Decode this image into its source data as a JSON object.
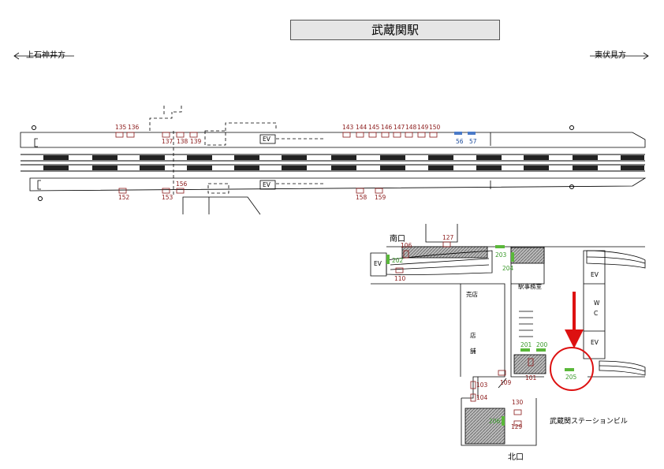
{
  "title": "武蔵関駅",
  "directions": {
    "left": "上石神井方",
    "right": "東伏見方"
  },
  "labels": {
    "ev": "EV",
    "south_exit": "南口",
    "north_exit": "北口",
    "kiosk": "売店",
    "shop_1": "店",
    "shop_2": "舗",
    "station_office": "駅事務室",
    "wc_1": "W",
    "wc_2": "C",
    "building": "武蔵関ステーションビル"
  },
  "platform_upper_numbers": [
    "135",
    "136",
    "137",
    "138",
    "139",
    "143",
    "144",
    "145",
    "146",
    "147",
    "148",
    "149",
    "150"
  ],
  "platform_upper_blue": [
    "56",
    "57"
  ],
  "platform_lower_numbers": [
    "152",
    "153",
    "156",
    "158",
    "159"
  ],
  "south_numbers": [
    "127",
    "106",
    "110",
    "202",
    "203",
    "204"
  ],
  "concourse_numbers": [
    "201",
    "200",
    "101",
    "109",
    "103",
    "104",
    "205"
  ],
  "north_numbers": [
    "130",
    "206",
    "129"
  ],
  "colors": {
    "red_text": "#8b1a1a",
    "green_text": "#3a9a2a",
    "blue_text": "#1a4a9a",
    "highlight": "#dd1111"
  }
}
